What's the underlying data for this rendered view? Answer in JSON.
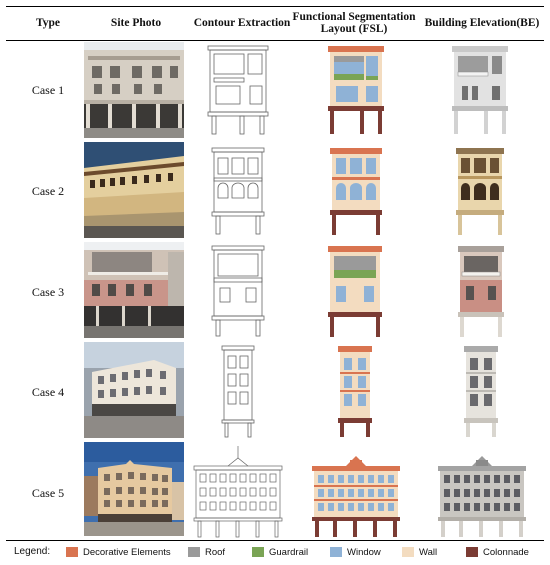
{
  "headers": {
    "type": "Type",
    "site_photo": "Site Photo",
    "contour": "Contour Extraction",
    "fsl_line1": "Functional Segmentation",
    "fsl_line2": "Layout (FSL)",
    "be": "Building Elevation(BE)"
  },
  "cases": [
    "Case 1",
    "Case 2",
    "Case 3",
    "Case 4",
    "Case 5"
  ],
  "legend": {
    "title": "Legend:",
    "items": [
      {
        "label": "Decorative Elements",
        "color": "#d97450"
      },
      {
        "label": "Roof",
        "color": "#9a9a9a"
      },
      {
        "label": "Guardrail",
        "color": "#7aa455"
      },
      {
        "label": "Window",
        "color": "#8fb2d6"
      },
      {
        "label": "Wall",
        "color": "#f3dcc0"
      },
      {
        "label": "Colonnade",
        "color": "#7b3c34"
      }
    ]
  }
}
